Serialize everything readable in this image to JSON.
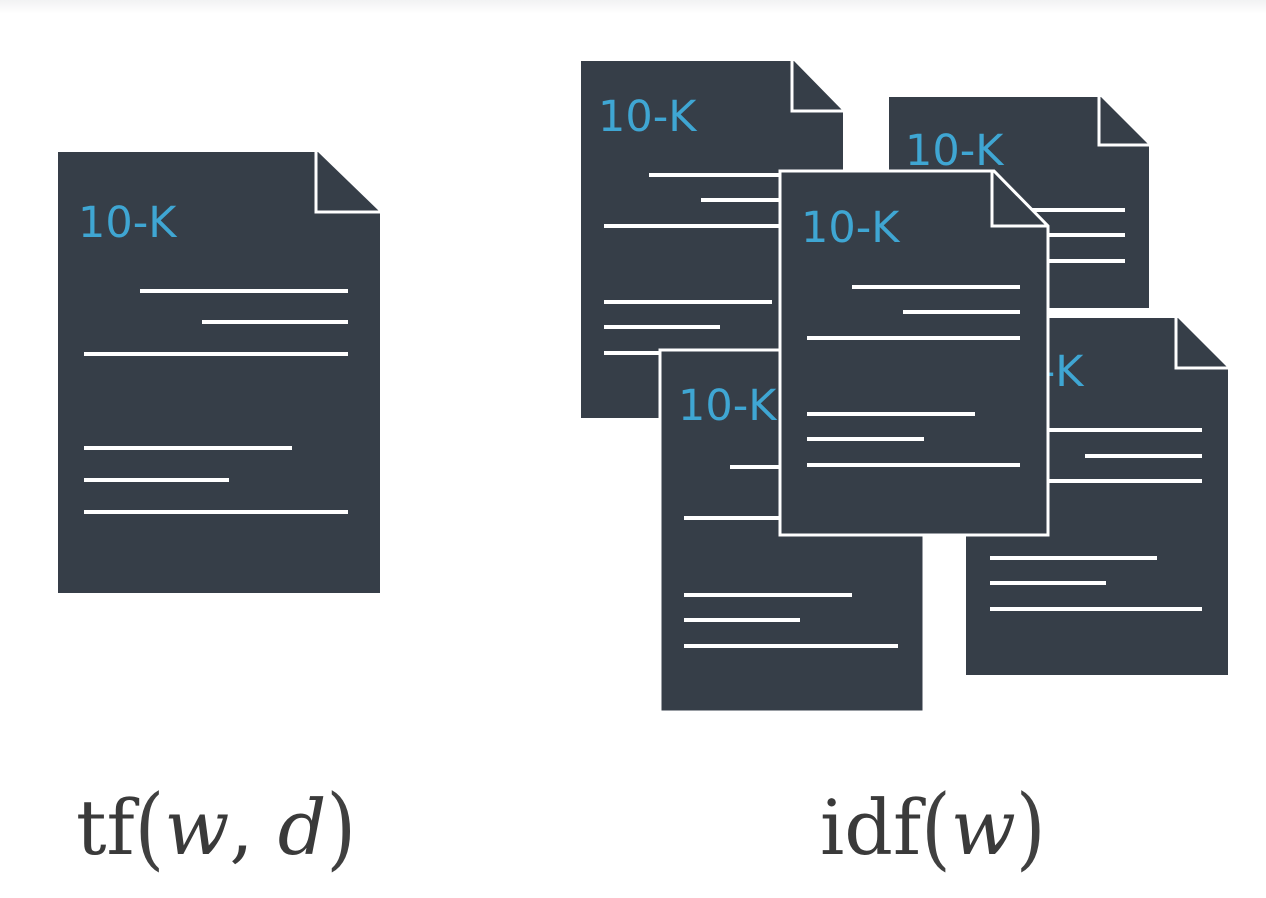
{
  "document_label": "10-K",
  "formulas": {
    "tf": {
      "func": "tf",
      "open": "(",
      "arg1": "w",
      "sep": ", ",
      "arg2": "d",
      "close": ")"
    },
    "idf": {
      "func": "idf",
      "open": "(",
      "arg1": "w",
      "close": ")"
    }
  },
  "colors": {
    "document": "#363e48",
    "label": "#3fa6d3",
    "lines": "#ffffff",
    "text": "#3a3a3a"
  }
}
